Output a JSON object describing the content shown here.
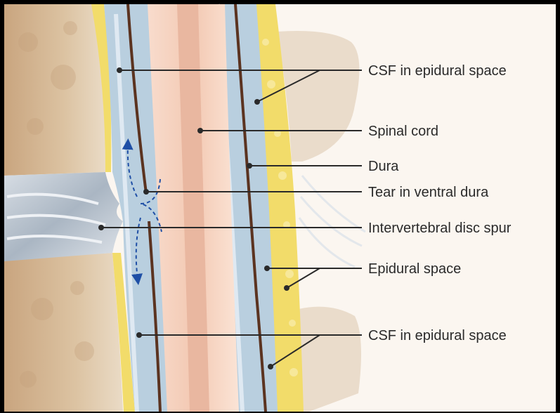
{
  "labels": {
    "csf_epidural_top": "CSF in epidural space",
    "spinal_cord": "Spinal cord",
    "dura": "Dura",
    "tear_ventral_dura": "Tear in ventral dura",
    "disc_spur": "Intervertebral disc spur",
    "epidural_space": "Epidural space",
    "csf_epidural_bottom": "CSF in epidural space"
  },
  "colors": {
    "background": "#fbf6f0",
    "vertebra_bone": "#d9bf9e",
    "csf": "#b9cfdf",
    "spinal_cord": "#f6d3c0",
    "cord_center": "#e6b39c",
    "dura": "#5b3320",
    "epidural_fat": "#f2dc6a",
    "disc": "#c4ccd6",
    "arrow": "#1f4fa6",
    "leader_line": "#2a2a2a"
  }
}
